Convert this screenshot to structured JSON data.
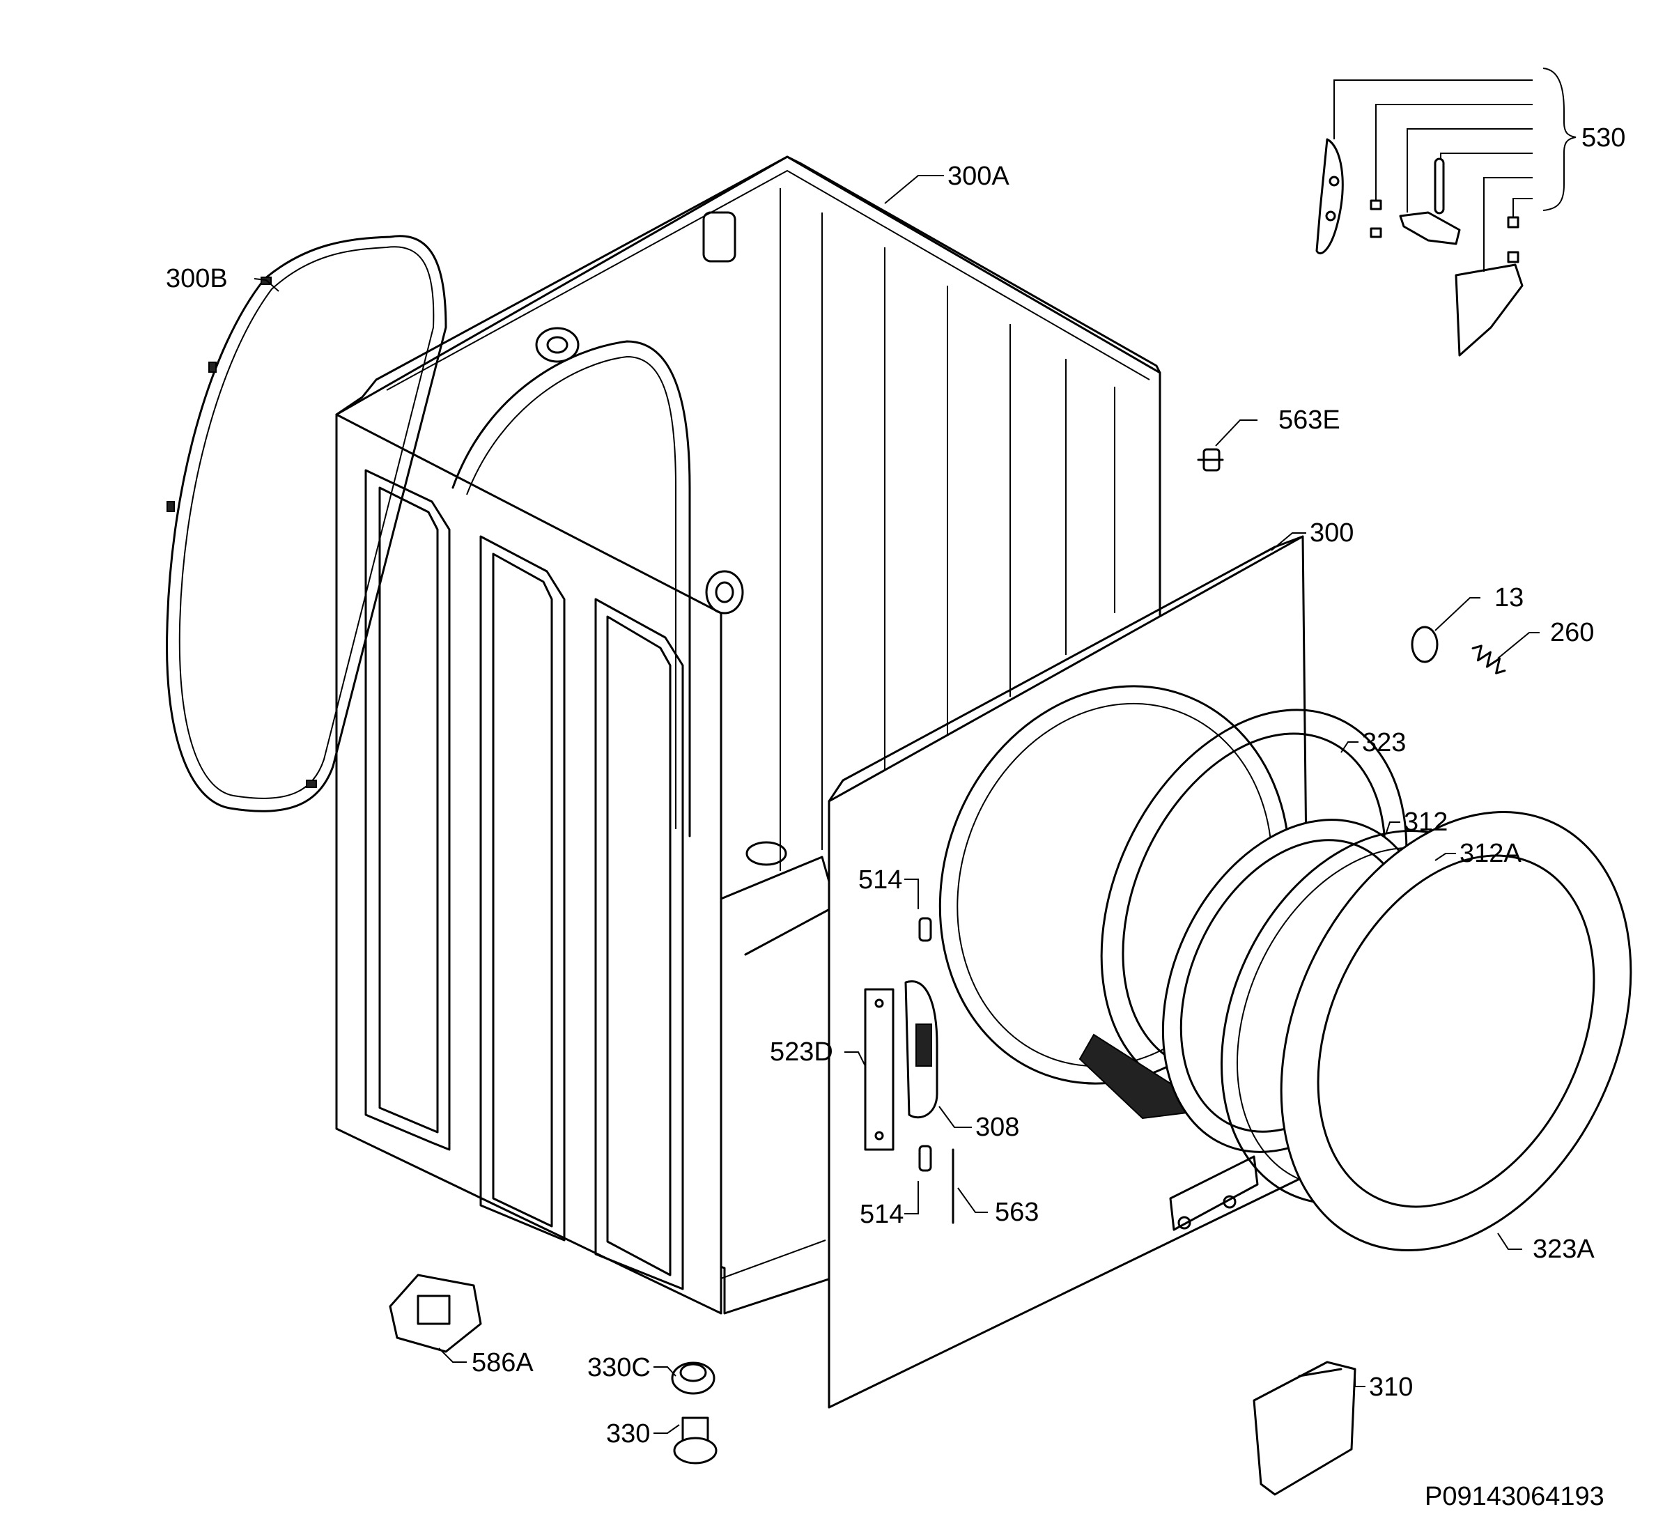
{
  "labels": {
    "l530": "530",
    "l300A": "300A",
    "l300B": "300B",
    "l563E": "563E",
    "l300": "300",
    "l13": "13",
    "l260": "260",
    "l323": "323",
    "l312": "312",
    "l312A": "312A",
    "l514a": "514",
    "l523D": "523D",
    "l308": "308",
    "l514b": "514",
    "l563": "563",
    "l323A": "323A",
    "l586A": "586A",
    "l330C": "330C",
    "l330": "330",
    "l310": "310"
  },
  "drawing_code": "P09143064193"
}
